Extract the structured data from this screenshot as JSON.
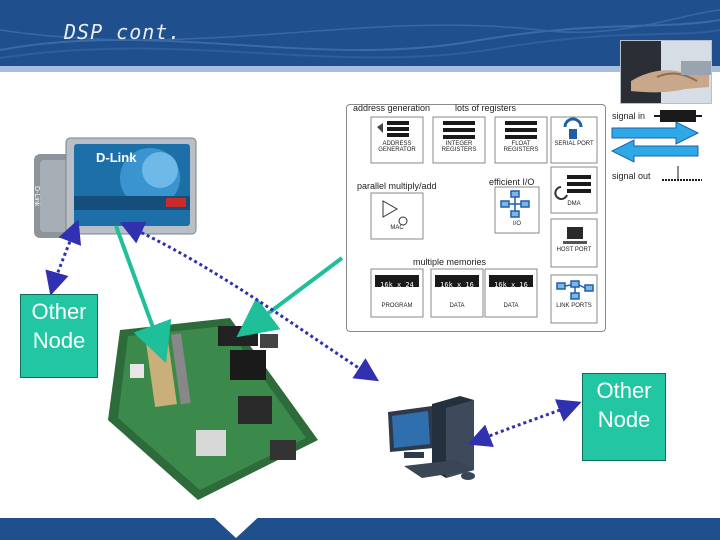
{
  "slide": {
    "title": "DSP cont."
  },
  "nodes": {
    "left": {
      "line1": "Other",
      "line2": "Node"
    },
    "right": {
      "line1": "Other",
      "line2": "Node"
    }
  },
  "card": {
    "brand": "D-Link",
    "side_brand": "D-Link"
  },
  "dsp_panel": {
    "section_address": "address generation",
    "section_registers": "lots of registers",
    "section_mac": "parallel multiply/add",
    "section_io": "efficient I/O",
    "section_memories": "multiple memories",
    "blocks": {
      "address": "ADDRESS GENERATOR",
      "integer": "INTEGER REGISTERS",
      "float": "FLOAT REGISTERS",
      "serial": "SERIAL PORT",
      "dma": "DMA",
      "mac": "MAC",
      "io": "I/O",
      "host": "HOST PORT",
      "link": "LINK PORTS",
      "program": "PROGRAM",
      "data1": "DATA",
      "data2": "DATA"
    },
    "memory_widths": {
      "program": "16k x 24",
      "data1": "16k x 16",
      "data2": "16k x 16"
    }
  },
  "signals": {
    "in": "signal in",
    "out": "signal out"
  },
  "colors": {
    "header": "#1f4f8c",
    "node_fill": "#22c6a3",
    "teal_arrow": "#1fbf9a",
    "dotted_arrow": "#3030b0"
  }
}
